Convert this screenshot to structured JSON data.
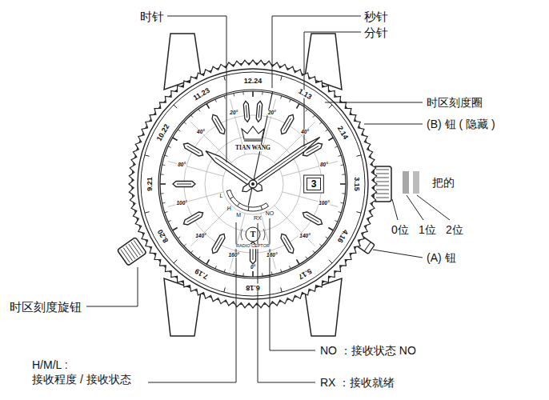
{
  "diagram": {
    "nodes": [
      {
        "text": [
          "3"
        ]
      }
    ],
    "labels": [
      "时针",
      "秒针",
      "分针",
      "时区刻度圈",
      "(B) 钮 ( 隐藏 )",
      "把的",
      "0位",
      "1位",
      "2位",
      "(A) 钮",
      "时区刻度旋钮",
      "H/M/L :",
      "接收程度 / 接收状态",
      "RX ：接收就绪",
      "NO ：接收状态 NO",
      "TIAN WANG",
      "RADIO CEPTOR",
      "T",
      "H",
      "M",
      "L",
      "RX",
      "NO",
      "12.24",
      "1.13",
      "2.14",
      "3.15",
      "4.16",
      "5.17",
      "6.18",
      "7.19",
      "8.20",
      "9.21",
      "10.22",
      "11.23",
      "20°",
      "40°",
      "80°",
      "100°",
      "140°",
      "160°",
      "160°",
      "140°",
      "100°",
      "80°",
      "40°",
      "20°",
      "0°"
    ]
  }
}
